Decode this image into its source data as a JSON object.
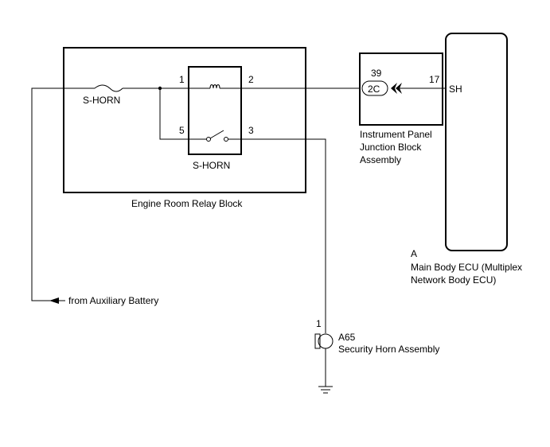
{
  "engine_room_relay_block": {
    "label": "Engine Room Relay Block",
    "fuse_label": "S-HORN",
    "relay_label": "S-HORN",
    "pins": {
      "p1": "1",
      "p2": "2",
      "p5": "5",
      "p3": "3"
    }
  },
  "instrument_panel_jb": {
    "label_line1": "Instrument Panel",
    "label_line2": "Junction Block",
    "label_line3": "Assembly",
    "connector": "2C",
    "pin": "39"
  },
  "main_body_ecu": {
    "connector": "A",
    "label_line1": "Main Body ECU (Multiplex",
    "label_line2": "Network Body ECU)",
    "pin": "17",
    "terminal": "SH"
  },
  "security_horn": {
    "pin": "1",
    "connector": "A65",
    "label": "Security Horn Assembly"
  },
  "auxiliary_battery": {
    "label": "from Auxiliary Battery"
  }
}
